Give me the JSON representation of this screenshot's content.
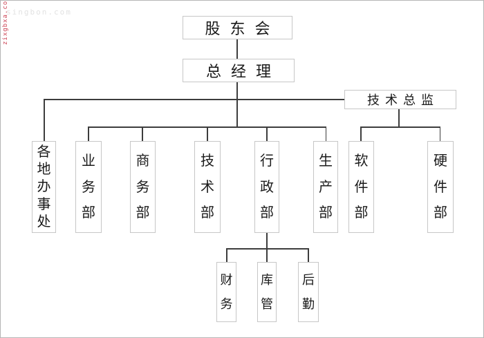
{
  "watermarks": {
    "top": "singbon.com",
    "side": "zixgbxa.com"
  },
  "colors": {
    "connector_line": "#3c3c3c",
    "box_border": "#c6c6c6",
    "text": "#1a1a1a",
    "watermark_top": "#e2e2e2",
    "watermark_side": "#cc4455"
  },
  "org": {
    "shareholders": "股东会",
    "general_manager": "总经理",
    "tech_director": "技术总监",
    "departments": [
      "各地办事处",
      "业务部",
      "商务部",
      "技术部",
      "行政部",
      "生产部"
    ],
    "tech_departments": [
      "软件部",
      "硬件部"
    ],
    "admin_subunits": [
      "财务",
      "库管",
      "后勤"
    ],
    "hierarchy": {
      "股东会": [
        "总经理"
      ],
      "总经理": [
        "各地办事处",
        "业务部",
        "商务部",
        "技术部",
        "行政部",
        "生产部",
        "技术总监"
      ],
      "技术总监": [
        "软件部",
        "硬件部"
      ],
      "行政部": [
        "财务",
        "库管",
        "后勤"
      ]
    }
  }
}
